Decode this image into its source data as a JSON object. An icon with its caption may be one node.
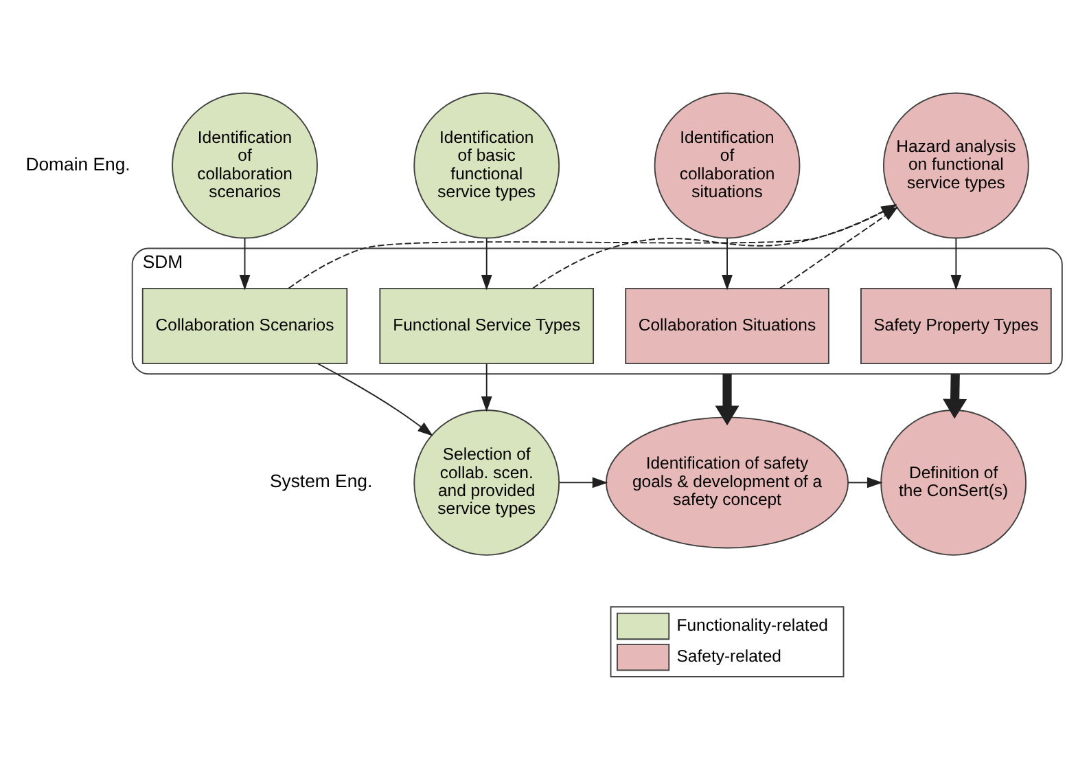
{
  "diagram": {
    "nodes": [
      {
        "text": [
          "SDM"
        ]
      },
      {
        "text": [
          "Identification of basic functional service types"
        ]
      },
      {
        "text": [
          "Identification of collaboration scenarios"
        ]
      },
      {
        "text": [
          "Identification of collaboration situations"
        ]
      },
      {
        "text": [
          "Hazard analysis on functional service types"
        ]
      },
      {
        "text": [
          "Functional Service Types"
        ],
        "in": 0
      },
      {
        "text": [
          "Collaboration Scenarios"
        ],
        "in": 0
      },
      {
        "text": [
          "Collaboration Situations"
        ],
        "in": 0
      },
      {
        "text": [
          "Safety Property Types"
        ],
        "in": 0
      },
      {
        "text": [
          "Selection of collab. scen. and provided service types"
        ]
      },
      {
        "text": [
          "Identification of safety goals & development of a safety concept"
        ]
      },
      {
        "text": [
          "Definition of the ConSert(s)"
        ]
      }
    ],
    "edges": [
      {
        "from": 1,
        "to": 5,
        "arrow": "to"
      },
      {
        "from": 2,
        "to": 6,
        "arrow": "to"
      },
      {
        "from": 3,
        "to": 7,
        "arrow": "to"
      },
      {
        "from": 4,
        "to": 8,
        "arrow": "to"
      },
      {
        "from": 5,
        "to": 4,
        "arrow": "to",
        "style": "dashed"
      },
      {
        "from": 6,
        "to": 4,
        "arrow": "to",
        "style": "dashed"
      },
      {
        "from": 7,
        "to": 4,
        "arrow": "to",
        "style": "dashed"
      },
      {
        "from": 5,
        "to": 9,
        "arrow": "to"
      },
      {
        "from": 6,
        "to": 9,
        "arrow": "to"
      },
      {
        "from": 0,
        "to": 10,
        "arrow": "to",
        "style": "thick"
      },
      {
        "from": 0,
        "to": 11,
        "arrow": "to",
        "style": "thick"
      },
      {
        "from": 9,
        "to": 10,
        "arrow": "to"
      },
      {
        "from": 10,
        "to": 11,
        "arrow": "to"
      }
    ],
    "labels": [
      "Domain Eng.",
      "System Eng."
    ],
    "legend": [
      {
        "text": "Functionality-related",
        "color": "#d7e4bd"
      },
      {
        "text": "Safety-related",
        "color": "#e6b9b8"
      }
    ]
  }
}
